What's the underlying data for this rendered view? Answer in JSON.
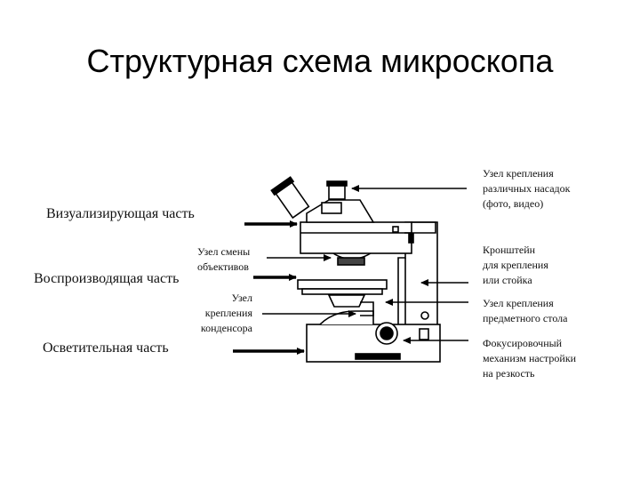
{
  "slide": {
    "title": "Структурная схема микроскопа"
  },
  "labels": {
    "visual_part": "Визуализирующая часть",
    "objective_changer": [
      "Узел смены",
      "объективов"
    ],
    "reproducing_part": "Воспроизводящая часть",
    "condenser_mount": [
      "Узел",
      "крепления",
      "конденсора"
    ],
    "lighting_part": "Осветительная часть",
    "attachment_mount": [
      "Узел крепления",
      "различных насадок",
      "(фото, видео)"
    ],
    "bracket": [
      "Кронштейн",
      "для крепления",
      "или стойка"
    ],
    "stage_mount": [
      "Узел крепления",
      "предметного стола"
    ],
    "focus_mechanism": [
      "Фокусировочный",
      "механизм настройки",
      "на резкость"
    ]
  }
}
